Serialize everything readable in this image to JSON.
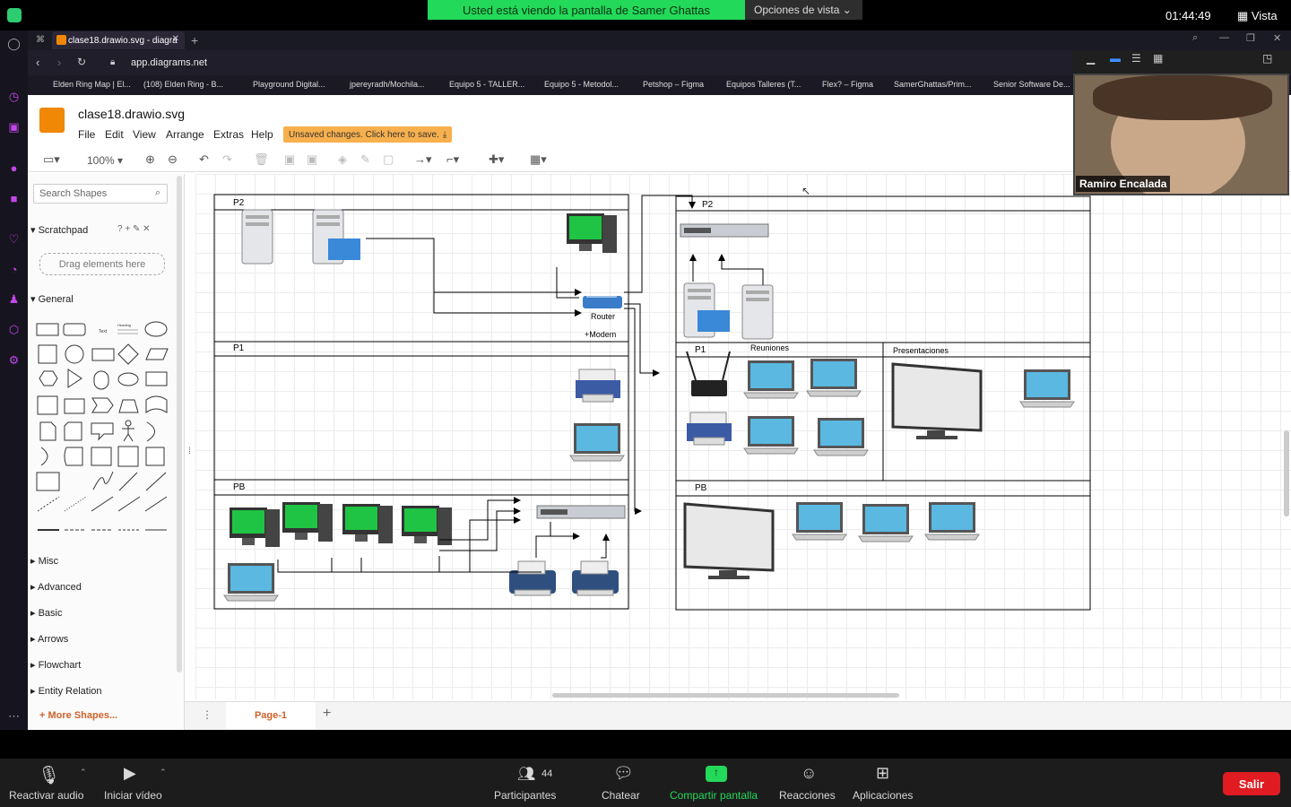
{
  "zoom": {
    "banner": "Usted está viendo la pantalla de Samer Ghattas",
    "view_options": "Opciones de vista ⌄",
    "time": "01:44:49",
    "vista": "Vista",
    "participant_name": "Ramiro Encalada",
    "participants_count": "44",
    "buttons": {
      "mute": "Reactivar audio",
      "video": "Iniciar vídeo",
      "participants": "Participantes",
      "chat": "Chatear",
      "share": "Compartir pantalla",
      "reactions": "Reacciones",
      "apps": "Aplicaciones",
      "leave": "Salir"
    }
  },
  "browser": {
    "tab_title": "clase18.drawio.svg - diagra",
    "url": "app.diagrams.net",
    "bookmarks": [
      "Elden Ring Map | El...",
      "(108) Elden Ring - B...",
      "Playground Digital...",
      "jpereyradh/Mochila...",
      "Equipo 5 - TALLER...",
      "Equipo 5 - Metodol...",
      "Petshop – Figma",
      "Equipos Talleres (T...",
      "Flex? – Figma",
      "SamerGhattas/Prim...",
      "Senior Software De..."
    ]
  },
  "drawio": {
    "file_title": "clase18.drawio.svg",
    "menu": [
      "File",
      "Edit",
      "View",
      "Arrange",
      "Extras",
      "Help"
    ],
    "unsaved": "Unsaved changes. Click here to save.",
    "zoom_level": "100%",
    "search_placeholder": "Search Shapes",
    "scratchpad": "Scratchpad",
    "scratch_icons": "? + ✎ ✕",
    "drag_here": "Drag elements here",
    "general": "General",
    "sections": [
      "Misc",
      "Advanced",
      "Basic",
      "Arrows",
      "Flowchart",
      "Entity Relation"
    ],
    "more_shapes": "More Shapes...",
    "page_tab": "Page-1",
    "text_shape": "Text",
    "heading_shape": "Heading"
  },
  "diagram": {
    "p2": "P2",
    "p1": "P1",
    "pb": "PB",
    "router": "Router",
    "modem": "+Modem",
    "p2r": "P2",
    "p1r": "P1",
    "reuniones": "Reuniones",
    "presentaciones": "Presentaciones",
    "pbr": "PB"
  }
}
